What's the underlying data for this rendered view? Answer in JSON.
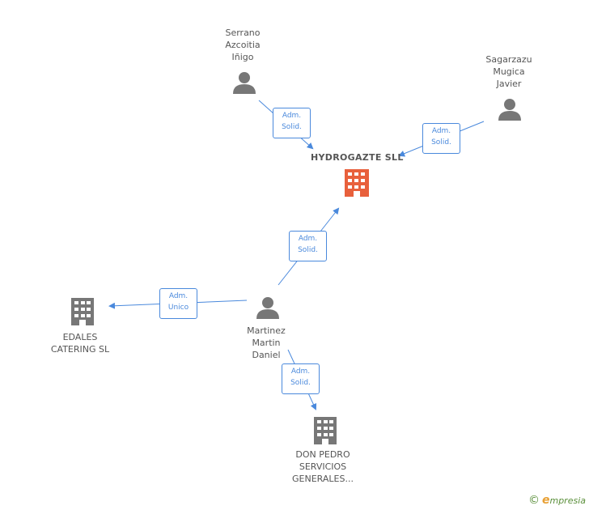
{
  "company": {
    "title": "HYDROGAZTE SLL",
    "color": "#e8603c"
  },
  "persons": {
    "serrano": [
      "Serrano",
      "Azcoitia",
      "Iñigo"
    ],
    "sagarzazu": [
      "Sagarzazu",
      "Mugica",
      "Javier"
    ],
    "martinez": [
      "Martinez",
      "Martin",
      "Daniel"
    ]
  },
  "companies": {
    "edales": [
      "EDALES",
      "CATERING SL"
    ],
    "donpedro": [
      "DON PEDRO",
      "SERVICIOS",
      "GENERALES..."
    ]
  },
  "roles": {
    "serrano_role": [
      "Adm.",
      "Solid."
    ],
    "sagarzazu_role": [
      "Adm.",
      "Solid."
    ],
    "martinez_hydro_role": [
      "Adm.",
      "Solid."
    ],
    "martinez_edales_role": [
      "Adm.",
      "Unico"
    ],
    "martinez_donpedro_role": [
      "Adm.",
      "Solid."
    ]
  },
  "colors": {
    "edge": "#4a89dc",
    "person_icon": "#777777",
    "company_icon": "#777777",
    "focus_company_icon": "#e8603c"
  },
  "watermark": {
    "symbol": "©",
    "brand_initial": "e",
    "brand_rest": "mpresia"
  }
}
